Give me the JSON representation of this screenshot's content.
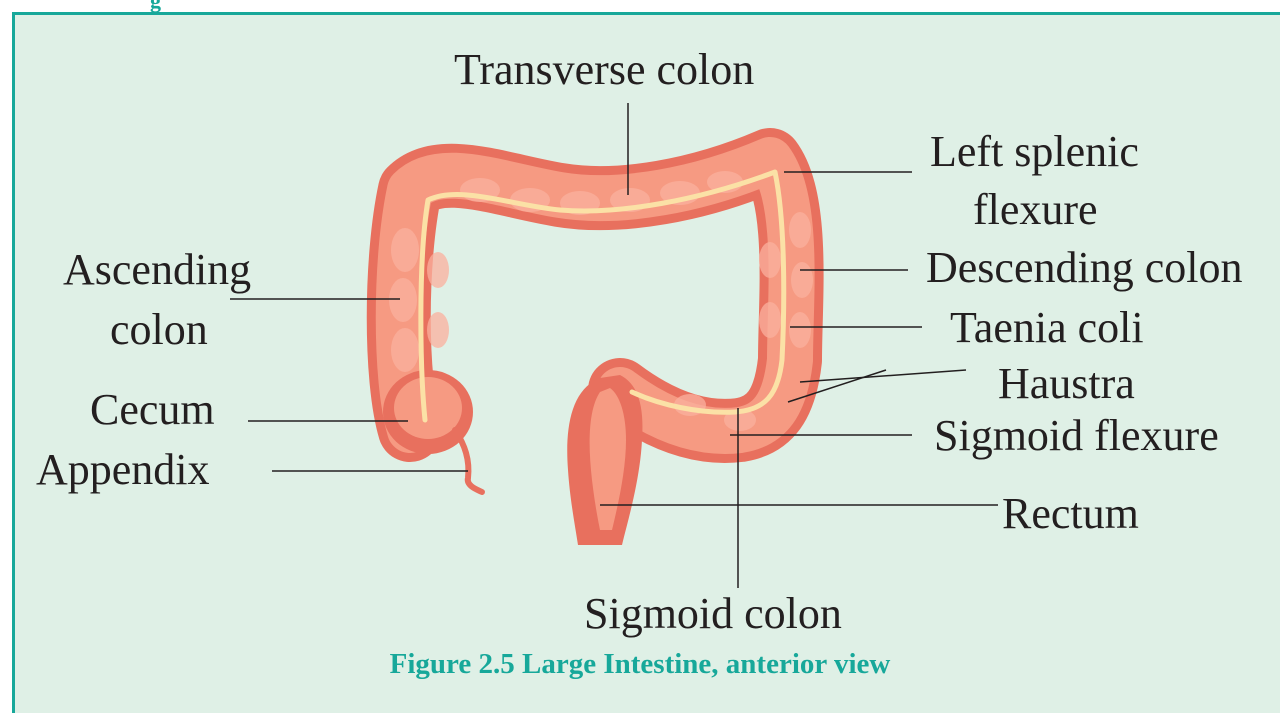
{
  "diagram": {
    "labels": {
      "transverse_colon": "Transverse colon",
      "left_splenic_flexure_line1": "Left splenic",
      "left_splenic_flexure_line2": "flexure",
      "ascending_colon_line1": "Ascending",
      "ascending_colon_line2": "colon",
      "descending_colon": "Descending colon",
      "taenia_coli": "Taenia coli",
      "haustra": "Haustra",
      "cecum": "Cecum",
      "sigmoid_flexure": "Sigmoid flexure",
      "appendix": "Appendix",
      "rectum": "Rectum",
      "sigmoid_colon": "Sigmoid colon"
    },
    "caption": "Figure 2.5 Large Intestine, anterior view",
    "colors": {
      "background": "#dff0e6",
      "border": "#17a89a",
      "caption": "#17a89a",
      "colon_outer": "#e8705e",
      "colon_inner": "#f69a82",
      "taenia_band": "#fbe1a6",
      "leader_line": "#231f20"
    }
  }
}
